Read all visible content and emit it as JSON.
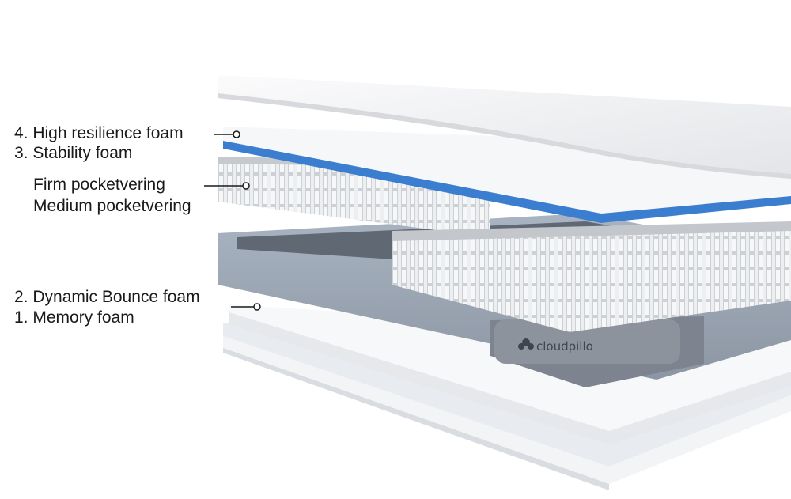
{
  "labels": {
    "high_resilience": "4. High resilience foam",
    "stability": "3. Stability foam",
    "firm_pocket": "Firm pocketvering",
    "medium_pocket": "Medium pocketvering",
    "dynamic_bounce": "2. Dynamic Bounce foam",
    "memory": "1. Memory foam"
  },
  "brand": {
    "name": "cloudpillo"
  },
  "colors": {
    "blue_stability": "#3b7ed0",
    "foam_white": "#f4f5f7",
    "base_grey": "#8f959f",
    "spring_grey": "#d6d8dc"
  }
}
